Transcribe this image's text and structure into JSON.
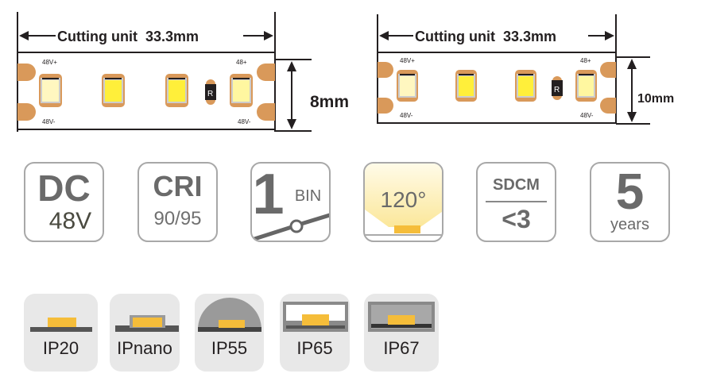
{
  "strip_8mm": {
    "cutting_label": "Cutting unit  33.3mm",
    "width_label": "8mm",
    "pad_tl": "48V+",
    "pad_bl": "48V-",
    "pad_tr": "48+",
    "pad_br": "48V-",
    "resistor": "R"
  },
  "strip_10mm": {
    "cutting_label": "Cutting unit  33.3mm",
    "width_label": "10mm",
    "pad_tl": "48V+",
    "pad_bl": "48V-",
    "pad_tr": "48+",
    "pad_br": "48V-",
    "resistor": "R"
  },
  "features": {
    "dc": {
      "big": "DC",
      "small": "48V"
    },
    "cri": {
      "big": "CRI",
      "small": "90/95"
    },
    "bin": {
      "big": "1",
      "small": "BIN"
    },
    "angle": {
      "value": "120°"
    },
    "sdcm": {
      "top": "SDCM",
      "bottom": "<3"
    },
    "warranty": {
      "big": "5",
      "small": "years"
    }
  },
  "ip_ratings": [
    "IP20",
    "IPnano",
    "IP55",
    "IP65",
    "IP67"
  ],
  "colors": {
    "led_yellow": "#f5bd3a",
    "pad": "#d9995a",
    "border": "#a8a8a8"
  }
}
